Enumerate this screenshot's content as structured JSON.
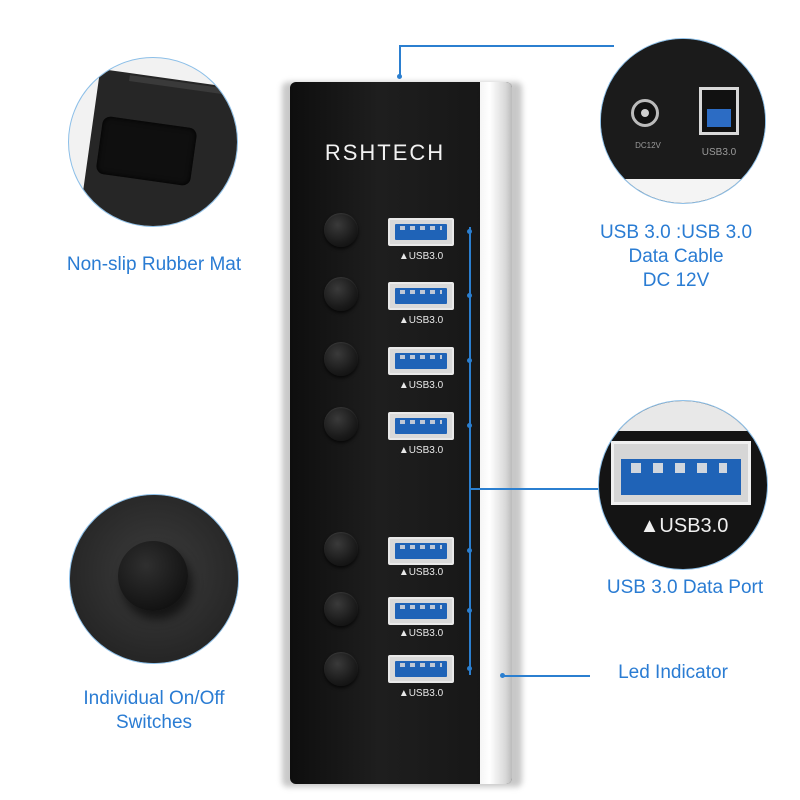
{
  "brand": "RSHTECH",
  "port_label": "▲USB3.0",
  "port_count": 7,
  "callouts": {
    "rubber_mat": "Non-slip Rubber Mat",
    "switches_line1": "Individual On/Off",
    "switches_line2": "Switches",
    "upstream_line1": "USB 3.0 :USB 3.0",
    "upstream_line2": "Data Cable",
    "upstream_line3": "DC 12V",
    "data_port": "USB 3.0 Data Port",
    "led": "Led Indicator"
  },
  "zoom_upstream": {
    "dc_label": "DC12V",
    "usb_label": "USB3.0"
  },
  "zoom_port": {
    "label": "▲USB3.0"
  },
  "colors": {
    "accent": "#2a7cd3",
    "port_blue": "#1f63b7",
    "hub_black": "#151515"
  }
}
